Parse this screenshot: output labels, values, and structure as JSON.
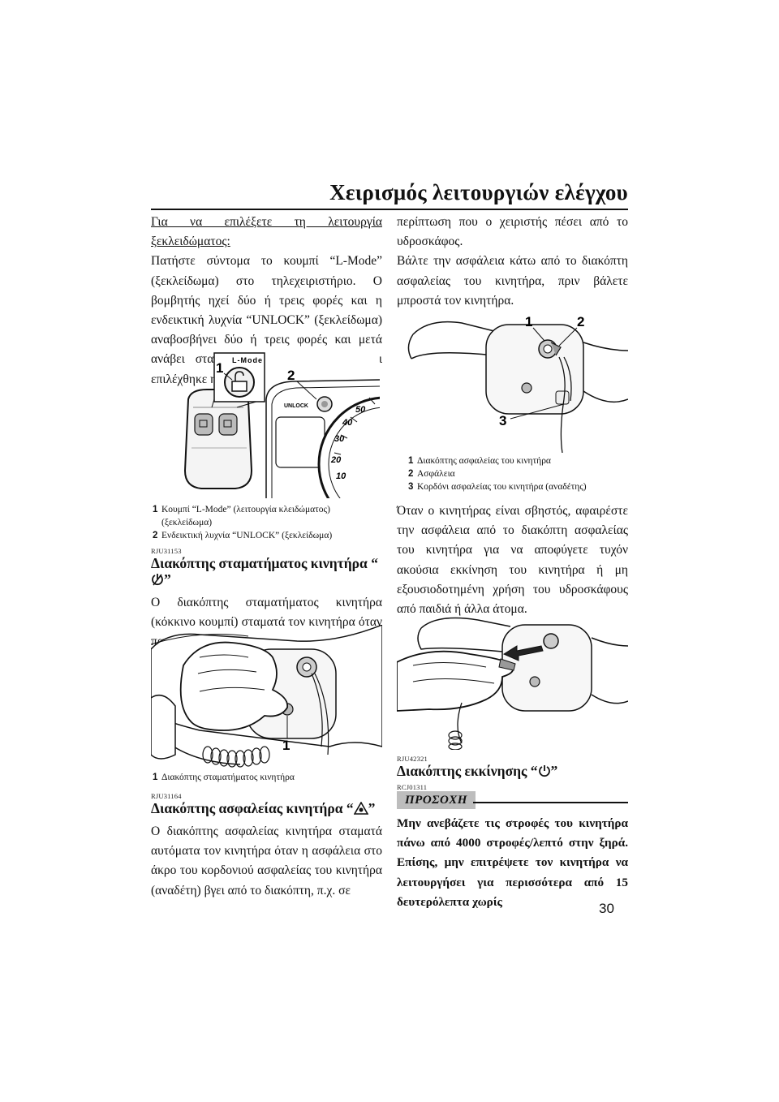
{
  "header": {
    "title": "Χειρισμός λειτουργιών ελέγχου"
  },
  "left": {
    "intro_heading": "Για να επιλέξετε τη λειτουργία ξεκλειδώματος:",
    "intro_text": "Πατήστε σύντομα το κουμπί “L-Mode” (ξεκλείδωμα) στο τηλεχειριστήριο. Ο βομβητής ηχεί δύο ή τρεις φορές και η ενδεικτική λυχνία “UNLOCK” (ξεκλείδωμα) αναβοσβήνει δύο ή τρεις φορές και μετά ανάβει σταθερά. Έτσι επισημαίνεται ότι επιλέχθηκε η λειτουργία ξεκλειδώματος.",
    "fig1": {
      "callout1": "1",
      "callout2": "2",
      "lmode_label": "L-Mode",
      "unlock_label": "UNLOCK",
      "gauge_numbers": [
        "50",
        "40",
        "30",
        "20",
        "10"
      ],
      "cap1_num": "1",
      "cap1_text": "Κουμπί “L-Mode” (λειτουργία κλειδώματος)",
      "cap1_text2": "(ξεκλείδωμα)",
      "cap2_num": "2",
      "cap2_text": "Ενδεικτική λυχνία “UNLOCK” (ξεκλείδωμα)"
    },
    "sec1": {
      "ref": "RJU31153",
      "title_pre": "Διακόπτης σταματήματος κινητήρα “",
      "title_post": "”",
      "text": "Ο διακόπτης σταματήματος κινητήρα (κόκκινο κουμπί) σταματά τον κινητήρα όταν πατηθεί ο διακόπτης."
    },
    "fig2": {
      "callout1": "1",
      "cap1_num": "1",
      "cap1_text": "Διακόπτης σταματήματος κινητήρα"
    },
    "sec2": {
      "ref": "RJU31164",
      "title_pre": "Διακόπτης ασφαλείας κινητήρα “",
      "title_post": "”",
      "text": "Ο διακόπτης ασφαλείας κινητήρα σταματά αυτόματα τον κινητήρα όταν η ασφάλεια στο άκρο του κορδονιού ασφαλείας του κινητήρα (αναδέτη) βγει από το διακόπτη, π.χ. σε"
    }
  },
  "right": {
    "cont_text": "περίπτωση που ο χειριστής πέσει από το υδροσκάφος.",
    "text2": "Βάλτε την ασφάλεια κάτω από το διακόπτη ασφαλείας του κινητήρα, πριν βάλετε μπροστά τον κινητήρα.",
    "fig3": {
      "callout1": "1",
      "callout2": "2",
      "callout3": "3",
      "cap1_num": "1",
      "cap1_text": "Διακόπτης ασφαλείας του κινητήρα",
      "cap2_num": "2",
      "cap2_text": "Ασφάλεια",
      "cap3_num": "3",
      "cap3_text": "Κορδόνι ασφαλείας του κινητήρα (αναδέτης)"
    },
    "text3": "Όταν ο κινητήρας είναι σβηστός, αφαιρέστε την ασφάλεια από το διακόπτη ασφαλείας του κινητήρα για να αποφύγετε τυχόν ακούσια εκκίνηση του κινητήρα ή μη εξουσιοδοτημένη χρήση του υδροσκάφους από παιδιά ή άλλα άτομα.",
    "sec3": {
      "ref": "RJU42321",
      "title_pre": "Διακόπτης εκκίνησης “",
      "title_post": "”",
      "caution_ref": "RCJ01311",
      "caution_label": "ΠΡΟΣΟΧΗ",
      "caution_text": "Μην ανεβάζετε τις στροφές του κινητήρα πάνω από 4000 στροφές/λεπτό στην ξηρά. Επίσης, μην επιτρέψετε τον κινητήρα να λειτουργήσει για περισσότερα από 15 δευτερόλεπτα χωρίς"
    }
  },
  "page_number": "30"
}
